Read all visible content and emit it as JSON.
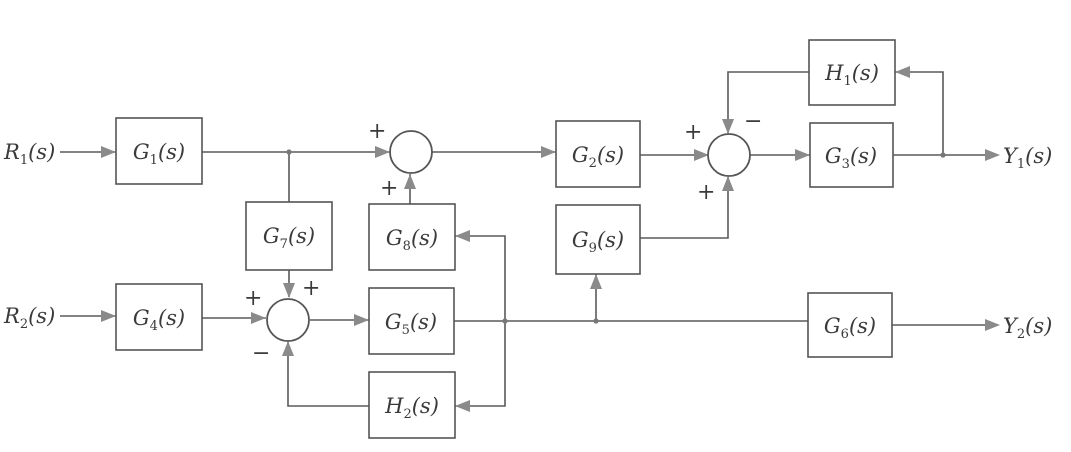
{
  "inputs": {
    "r1": {
      "main": "R",
      "sub": "1",
      "arg": "(s)"
    },
    "r2": {
      "main": "R",
      "sub": "2",
      "arg": "(s)"
    }
  },
  "outputs": {
    "y1": {
      "main": "Y",
      "sub": "1",
      "arg": "(s)"
    },
    "y2": {
      "main": "Y",
      "sub": "2",
      "arg": "(s)"
    }
  },
  "blocks": {
    "g1": {
      "main": "G",
      "sub": "1",
      "arg": "(s)"
    },
    "g2": {
      "main": "G",
      "sub": "2",
      "arg": "(s)"
    },
    "g3": {
      "main": "G",
      "sub": "3",
      "arg": "(s)"
    },
    "g4": {
      "main": "G",
      "sub": "4",
      "arg": "(s)"
    },
    "g5": {
      "main": "G",
      "sub": "5",
      "arg": "(s)"
    },
    "g6": {
      "main": "G",
      "sub": "6",
      "arg": "(s)"
    },
    "g7": {
      "main": "G",
      "sub": "7",
      "arg": "(s)"
    },
    "g8": {
      "main": "G",
      "sub": "8",
      "arg": "(s)"
    },
    "g9": {
      "main": "G",
      "sub": "9",
      "arg": "(s)"
    },
    "h1": {
      "main": "H",
      "sub": "1",
      "arg": "(s)"
    },
    "h2": {
      "main": "H",
      "sub": "2",
      "arg": "(s)"
    }
  },
  "signs": {
    "sum1_left": "+",
    "sum1_bottom": "+",
    "sum2_left": "+",
    "sum2_top": "−",
    "sum2_bottom": "+",
    "sum3_left": "+",
    "sum3_top": "+",
    "sum3_bottom": "−"
  },
  "colors": {
    "line": "#5a5a5a",
    "arrowhead": "#8a8a8a",
    "text": "#3a3a3a",
    "background": "#ffffff"
  }
}
